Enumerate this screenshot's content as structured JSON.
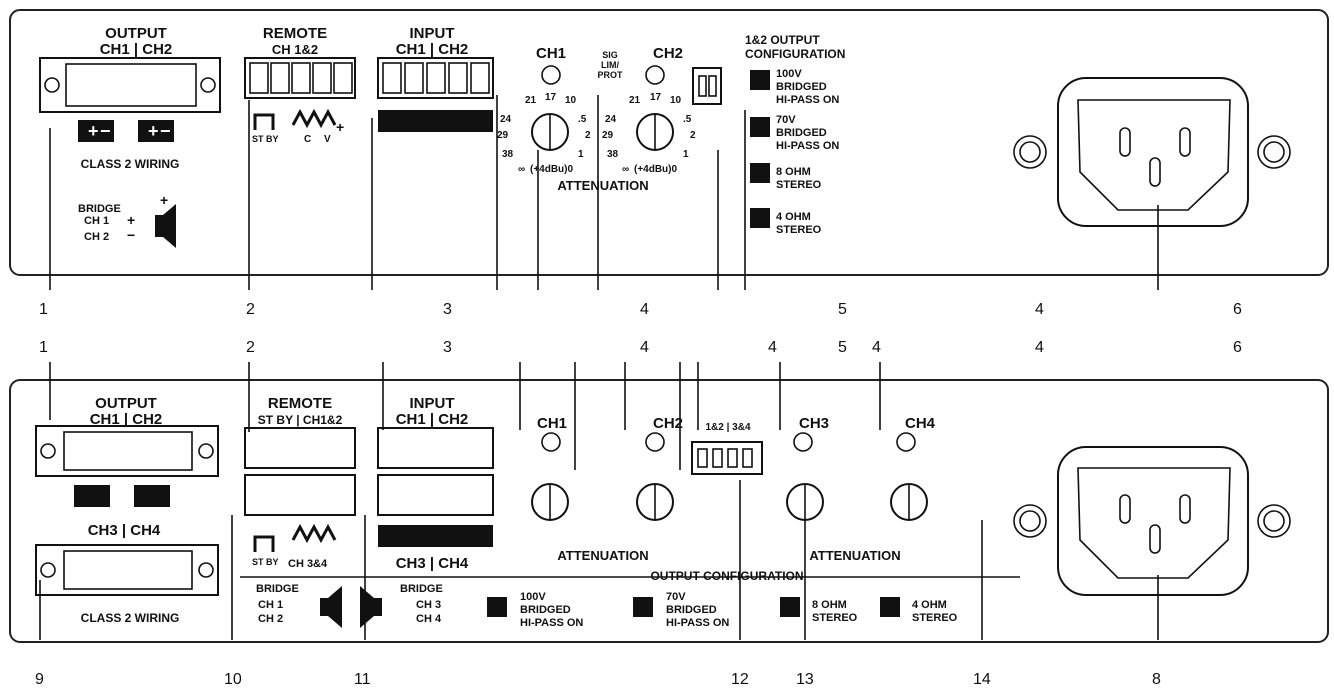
{
  "top_panel": {
    "output": {
      "title": "OUTPUT",
      "channels": "CH1 | CH2",
      "wiring": "CLASS 2 WIRING"
    },
    "bridge": {
      "title": "BRIDGE",
      "ch_a": "CH 1",
      "ch_b": "CH 2"
    },
    "remote": {
      "title": "REMOTE",
      "channels": "CH 1&2",
      "standby": "ST BY",
      "labels": [
        "C",
        "V"
      ]
    },
    "input": {
      "title": "INPUT",
      "channels": "CH1 | CH2"
    },
    "knob_a": {
      "label": "CH1"
    },
    "knob_b": {
      "label": "CH2"
    },
    "led_label": [
      "SIG",
      "LIM/",
      "PROT"
    ],
    "scale": {
      "top": [
        "21",
        "17",
        "10"
      ],
      "mid_left": [
        "24",
        "29",
        "38"
      ],
      "mid_right": [
        ".5",
        "2",
        "1"
      ],
      "bottom_left": "∞",
      "bottom_right": "(+4dBu)0"
    },
    "attenuation": "ATTENUATION",
    "config_title": [
      "1&2 OUTPUT",
      "CONFIGURATION"
    ],
    "config_items": [
      [
        "100V",
        "BRIDGED",
        "HI-PASS ON"
      ],
      [
        "70V",
        "BRIDGED",
        "HI-PASS ON"
      ],
      [
        "8 OHM",
        "STEREO"
      ],
      [
        "4 OHM",
        "STEREO"
      ]
    ]
  },
  "top_callouts": [
    "1",
    "2",
    "3",
    "4",
    "5",
    "4",
    "6"
  ],
  "mid_callouts": [
    "1",
    "2",
    "3",
    "4",
    "4",
    "5",
    "4",
    "4",
    "6"
  ],
  "bottom_panel": {
    "output": {
      "title": "OUTPUT",
      "channels_a": "CH1 | CH2",
      "channels_b": "CH3 | CH4",
      "wiring": "CLASS 2 WIRING"
    },
    "remote": {
      "title": "REMOTE",
      "header": "ST BY | CH1&2",
      "footer": "CH 3&4",
      "standby": "ST BY"
    },
    "input": {
      "title": "INPUT",
      "channels_a": "CH1 | CH2",
      "channels_b": "CH3 | CH4"
    },
    "bridge_left": {
      "title": "BRIDGE",
      "ch_a": "CH 1",
      "ch_b": "CH 2"
    },
    "bridge_right": {
      "title": "BRIDGE",
      "ch_a": "CH 3",
      "ch_b": "CH 4"
    },
    "knobs": [
      "CH1",
      "CH2",
      "CH3",
      "CH4"
    ],
    "switch_label": "1&2 | 3&4",
    "attenuation": "ATTENUATION",
    "config_title": "OUTPUT CONFIGURATION",
    "config_items": [
      [
        "100V",
        "BRIDGED",
        "HI-PASS ON"
      ],
      [
        "70V",
        "BRIDGED",
        "HI-PASS ON"
      ],
      [
        "8 OHM",
        "STEREO"
      ],
      [
        "4 OHM",
        "STEREO"
      ]
    ]
  },
  "bottom_callouts": [
    "9",
    "10",
    "11",
    "12",
    "13",
    "14",
    "8"
  ]
}
